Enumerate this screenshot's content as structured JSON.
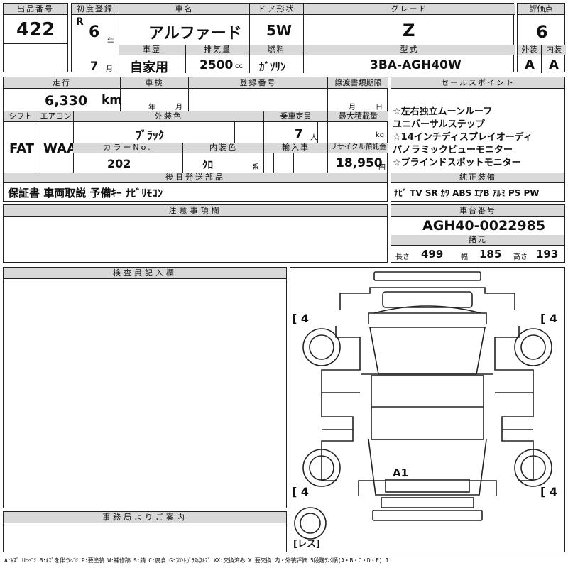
{
  "lot": {
    "label": "出品番号",
    "value": "422"
  },
  "reg": {
    "label": "初度登録",
    "era": "R",
    "year": "6",
    "year_unit": "年",
    "month": "7",
    "month_unit": "月"
  },
  "car_name": {
    "label": "車名",
    "value": "アルファード"
  },
  "door": {
    "label": "ドア形状",
    "value": "5W"
  },
  "grade": {
    "label": "グレード",
    "value": "Z"
  },
  "score": {
    "label": "評価点",
    "value": "6",
    "ext_label": "外装",
    "int_label": "内装",
    "ext": "A",
    "int": "A"
  },
  "history": {
    "label": "車歴",
    "value": "自家用"
  },
  "displacement": {
    "label": "排気量",
    "value": "2500",
    "unit": "cc"
  },
  "fuel": {
    "label": "燃料",
    "value": "ｶﾞｿﾘﾝ"
  },
  "model": {
    "label": "型式",
    "value": "3BA-AGH40W"
  },
  "mileage": {
    "label": "走行",
    "value": "6,330",
    "unit": "km"
  },
  "inspection": {
    "label": "車検",
    "year_unit": "年",
    "month_unit": "月"
  },
  "reg_no": {
    "label": "登録番号"
  },
  "transfer": {
    "label": "譲渡書類期限",
    "month_unit": "月",
    "day_unit": "日"
  },
  "sales": {
    "label": "セールスポイント",
    "items": [
      "☆左右独立ムーンルーフ",
      "ユニバーサルステップ",
      "☆14インチディスプレイオーディ",
      "パノラミックビューモニター",
      "☆ブラインドスポットモニター"
    ]
  },
  "shift": {
    "label": "シフト",
    "value": "FAT"
  },
  "aircon": {
    "label": "エアコン",
    "value": "WAA"
  },
  "ext_color": {
    "label": "外装色",
    "value": "ﾌﾞﾗｯｸ"
  },
  "capacity": {
    "label": "乗車定員",
    "value": "7",
    "unit": "人"
  },
  "load": {
    "label": "最大積載量",
    "unit": "kg"
  },
  "color_no": {
    "label": "カラーNo.",
    "value": "202"
  },
  "int_color": {
    "label": "内装色",
    "value": "ｸﾛ",
    "unit": "系"
  },
  "import": {
    "label": "輸入車"
  },
  "recycle": {
    "label": "リサイクル預託金",
    "value": "18,950",
    "unit": "円"
  },
  "later_parts": {
    "label": "後日発送部品",
    "value": "保証書 車両取説 予備ｷｰ ﾅﾋﾞﾘﾓｺﾝ"
  },
  "equipment": {
    "label": "純正装備",
    "value": "ﾅﾋﾞ TV SR ｶﾜ ABS ｴｱB ｱﾙﾐ PS PW"
  },
  "notes": {
    "label": "注意事項欄"
  },
  "chassis": {
    "label": "車台番号",
    "value": "AGH40-0022985"
  },
  "specs": {
    "label": "諸元",
    "length_label": "長さ",
    "length": "499",
    "width_label": "幅",
    "width": "185",
    "height_label": "高さ",
    "height": "193"
  },
  "inspector": {
    "label": "検査員記入欄"
  },
  "office": {
    "label": "事務局よりご案内"
  },
  "diagram": {
    "tire_fl": "4",
    "tire_fr": "4",
    "tire_rl": "4",
    "tire_rr": "4",
    "mark": "A1",
    "spare": "レス"
  },
  "legend": "A:ｷｽﾞ U:ﾍｺﾐ B:ｷｽﾞを伴うﾍｺﾐ P:要塗装 W:補修跡 S:錆 C:腐食 G:ﾌﾛﾝﾄｶﾞﾗｽ点ｷｽﾞ XX:交換済み X:要交換  内・外装評価 5段階ﾗﾝｸ順(A・B・C・D・E) 1"
}
